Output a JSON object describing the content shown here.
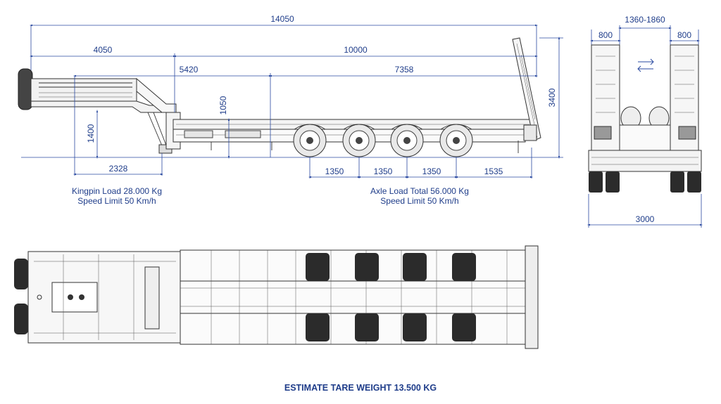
{
  "side_view": {
    "dimensions": {
      "overall_length": "14050",
      "front_section": "4050",
      "deck_length": "10000",
      "kingpin_to_ref": "5420",
      "ref_to_rear": "7358",
      "deck_height": "1050",
      "total_height": "3400",
      "gooseneck_height": "1400",
      "kingpin_offset": "2328",
      "axle_spacing_1": "1350",
      "axle_spacing_2": "1350",
      "axle_spacing_3": "1350",
      "rear_overhang": "1535"
    },
    "kingpin_note": {
      "line1": "Kingpin Load 28.000 Kg",
      "line2": "Speed Limit 50 Km/h"
    },
    "axle_note": {
      "line1": "Axle Load Total 56.000 Kg",
      "line2": "Speed Limit 50 Km/h"
    }
  },
  "rear_view": {
    "dimensions": {
      "ramp_gap": "1360-1860",
      "left_ramp": "800",
      "right_ramp": "800",
      "overall_width": "3000"
    }
  },
  "footer": {
    "tare_weight": "ESTIMATE TARE WEIGHT 13.500 KG"
  }
}
